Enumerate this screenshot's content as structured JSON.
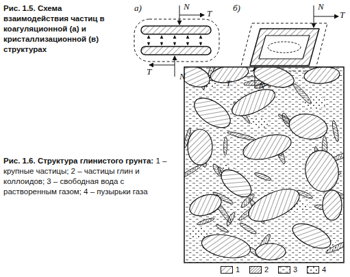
{
  "diagram": {
    "labels": [
      "Рис. 1.5. Схема взаимодействия частиц в коагуляционной (а) и кристаллизационной (в) структурах",
      "а)",
      "N",
      "T",
      "T",
      "N",
      "б)",
      "N",
      "T",
      "T",
      "N",
      "Рис. 1.6. Структура глинистого грунта:",
      "1 – крупные частицы; 2 – частицы глин и коллоидов; 3 – свободная вода с растворенным газом; 4 – пузырьки газа"
    ],
    "legend": [
      {
        "text": "1"
      },
      {
        "text": "2"
      },
      {
        "text": "3"
      },
      {
        "text": "4"
      }
    ]
  }
}
